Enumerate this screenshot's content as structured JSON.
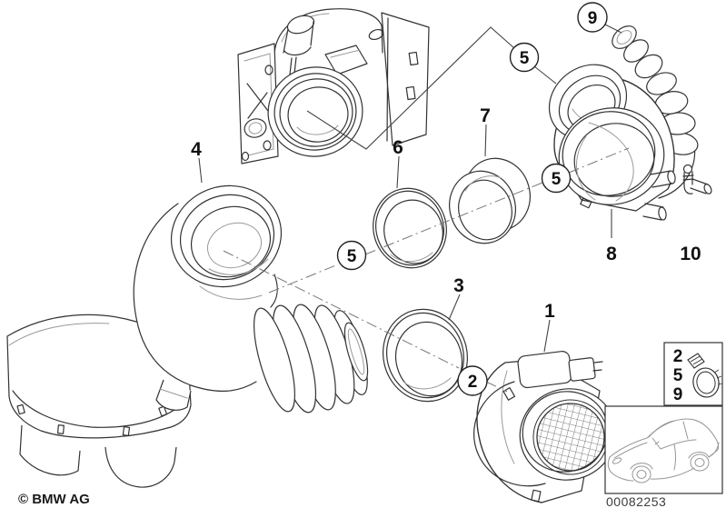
{
  "diagram": {
    "copyright": "© BMW AG",
    "part_number": "00082253",
    "callouts": {
      "plain": [
        {
          "label": "4"
        },
        {
          "label": "6"
        },
        {
          "label": "7"
        },
        {
          "label": "1"
        },
        {
          "label": "3"
        },
        {
          "label": "8"
        },
        {
          "label": "10"
        }
      ],
      "circled": [
        {
          "label": "9"
        },
        {
          "label": "5"
        },
        {
          "label": "5"
        },
        {
          "label": "5"
        },
        {
          "label": "2"
        }
      ]
    },
    "legend_box": {
      "rows": [
        "2",
        "5",
        "9"
      ]
    }
  }
}
